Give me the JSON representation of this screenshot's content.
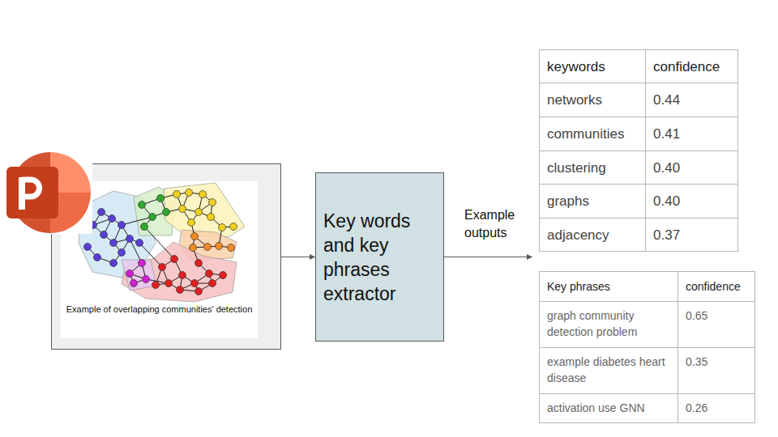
{
  "diagram": {
    "nodes": [
      {
        "text": [
          "Example of overlapping communities' detection"
        ]
      },
      {
        "text": [
          "Key words and key phrases extractor"
        ]
      }
    ],
    "edges": [
      {
        "from": 0,
        "to": 1,
        "arrow": "to"
      }
    ],
    "labels": [
      "Example outputs",
      "keywords",
      "confidence",
      "networks",
      "0.44",
      "communities",
      "0.41",
      "clustering",
      "0.40",
      "graphs",
      "0.40",
      "adjacency",
      "0.37",
      "Key phrases",
      "confidence",
      "graph community detection problem",
      "0.65",
      "example diabetes heart disease",
      "0.35",
      "activation use GNN",
      "0.26"
    ]
  }
}
